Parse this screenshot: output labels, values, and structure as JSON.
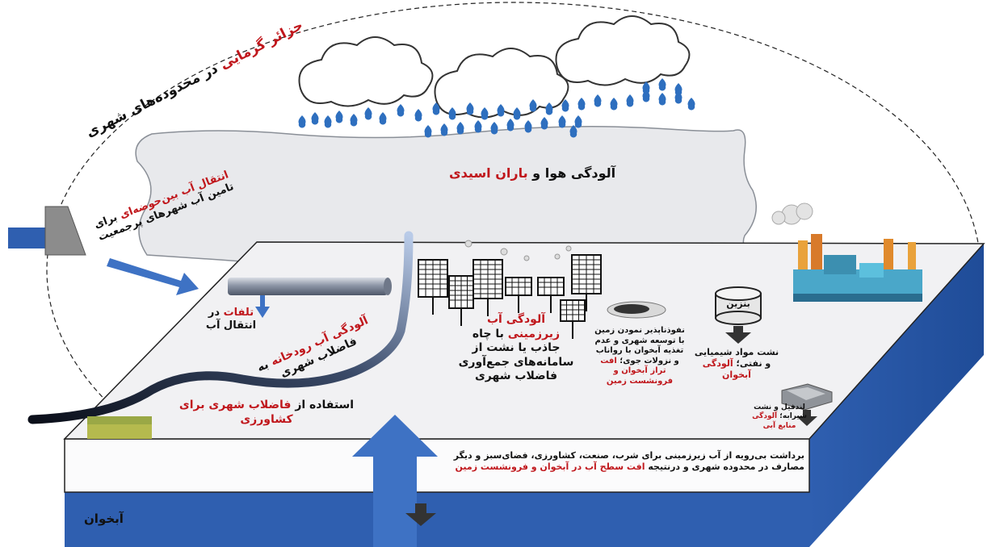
{
  "title": {
    "part1": "جزائر",
    "part2": "گرمایی",
    "part3": "در محدوده‌های شهری"
  },
  "air": {
    "part1": "آلودگی هوا",
    "part2": "و",
    "part3": "باران اسیدی"
  },
  "transfer": {
    "part1": "انتقال آب بین‌حوضه‌ای",
    "part2": "برای",
    "part3": "تامین آب شهرهای پرجمعیت"
  },
  "losses": {
    "part1": "تلفات",
    "part2": "در",
    "part3": "انتقال آب"
  },
  "river": {
    "part1": "آلودگی آب رودخانه",
    "part2": "به",
    "part3": "فاضلاب شهری"
  },
  "agri": {
    "part1": "استفاده از",
    "part2": "فاضلاب شهری برای",
    "part3": "کشاورزی"
  },
  "gw": {
    "part1": "آلودگی آب",
    "part2": "زیرزمینی",
    "part3": "با چاه",
    "part4": "جاذب یا نشت از",
    "part5": "سامانه‌های جمع‌آوری",
    "part6": "فاضلاب شهری"
  },
  "imperv": {
    "line1": "نفوذناپذیر نمودن زمین",
    "line2": "با توسعه شهری و عدم",
    "line3": "تغذیه آبخوان با رواناب",
    "line4": "و نزولات جوی؛",
    "red1": "افت",
    "red2": "تراز آبخوان و",
    "red3": "فرونشست زمین"
  },
  "fuel": {
    "tank_label": "بنزین",
    "line1": "نشت مواد شیمیایی",
    "line2": "و نفتی؛",
    "red1": "آلودگی",
    "red2": "آبخوان"
  },
  "landfill": {
    "line1": "لندفیل و نشت",
    "line2": "شیرابه؛",
    "red1": "آلودگی",
    "red2": "منابع آبی"
  },
  "overdraft": {
    "line1": "برداشت بی‌رویه از آب زیرزمینی برای شرب، صنعت، کشاورزی، فضای‌سبز و دیگر",
    "line2a": "مصارف در محدوده شهری و درنتیجه",
    "line2b": "افت سطح آب در آبخوان و فرونشست زمین"
  },
  "aquifer": {
    "label": "آبخوان"
  },
  "colors": {
    "accent_red": "#c0171c",
    "water_blue": "#2f5fb0",
    "rain_blue": "#2e6fbf",
    "pipe_gray": "#8c95a6"
  }
}
